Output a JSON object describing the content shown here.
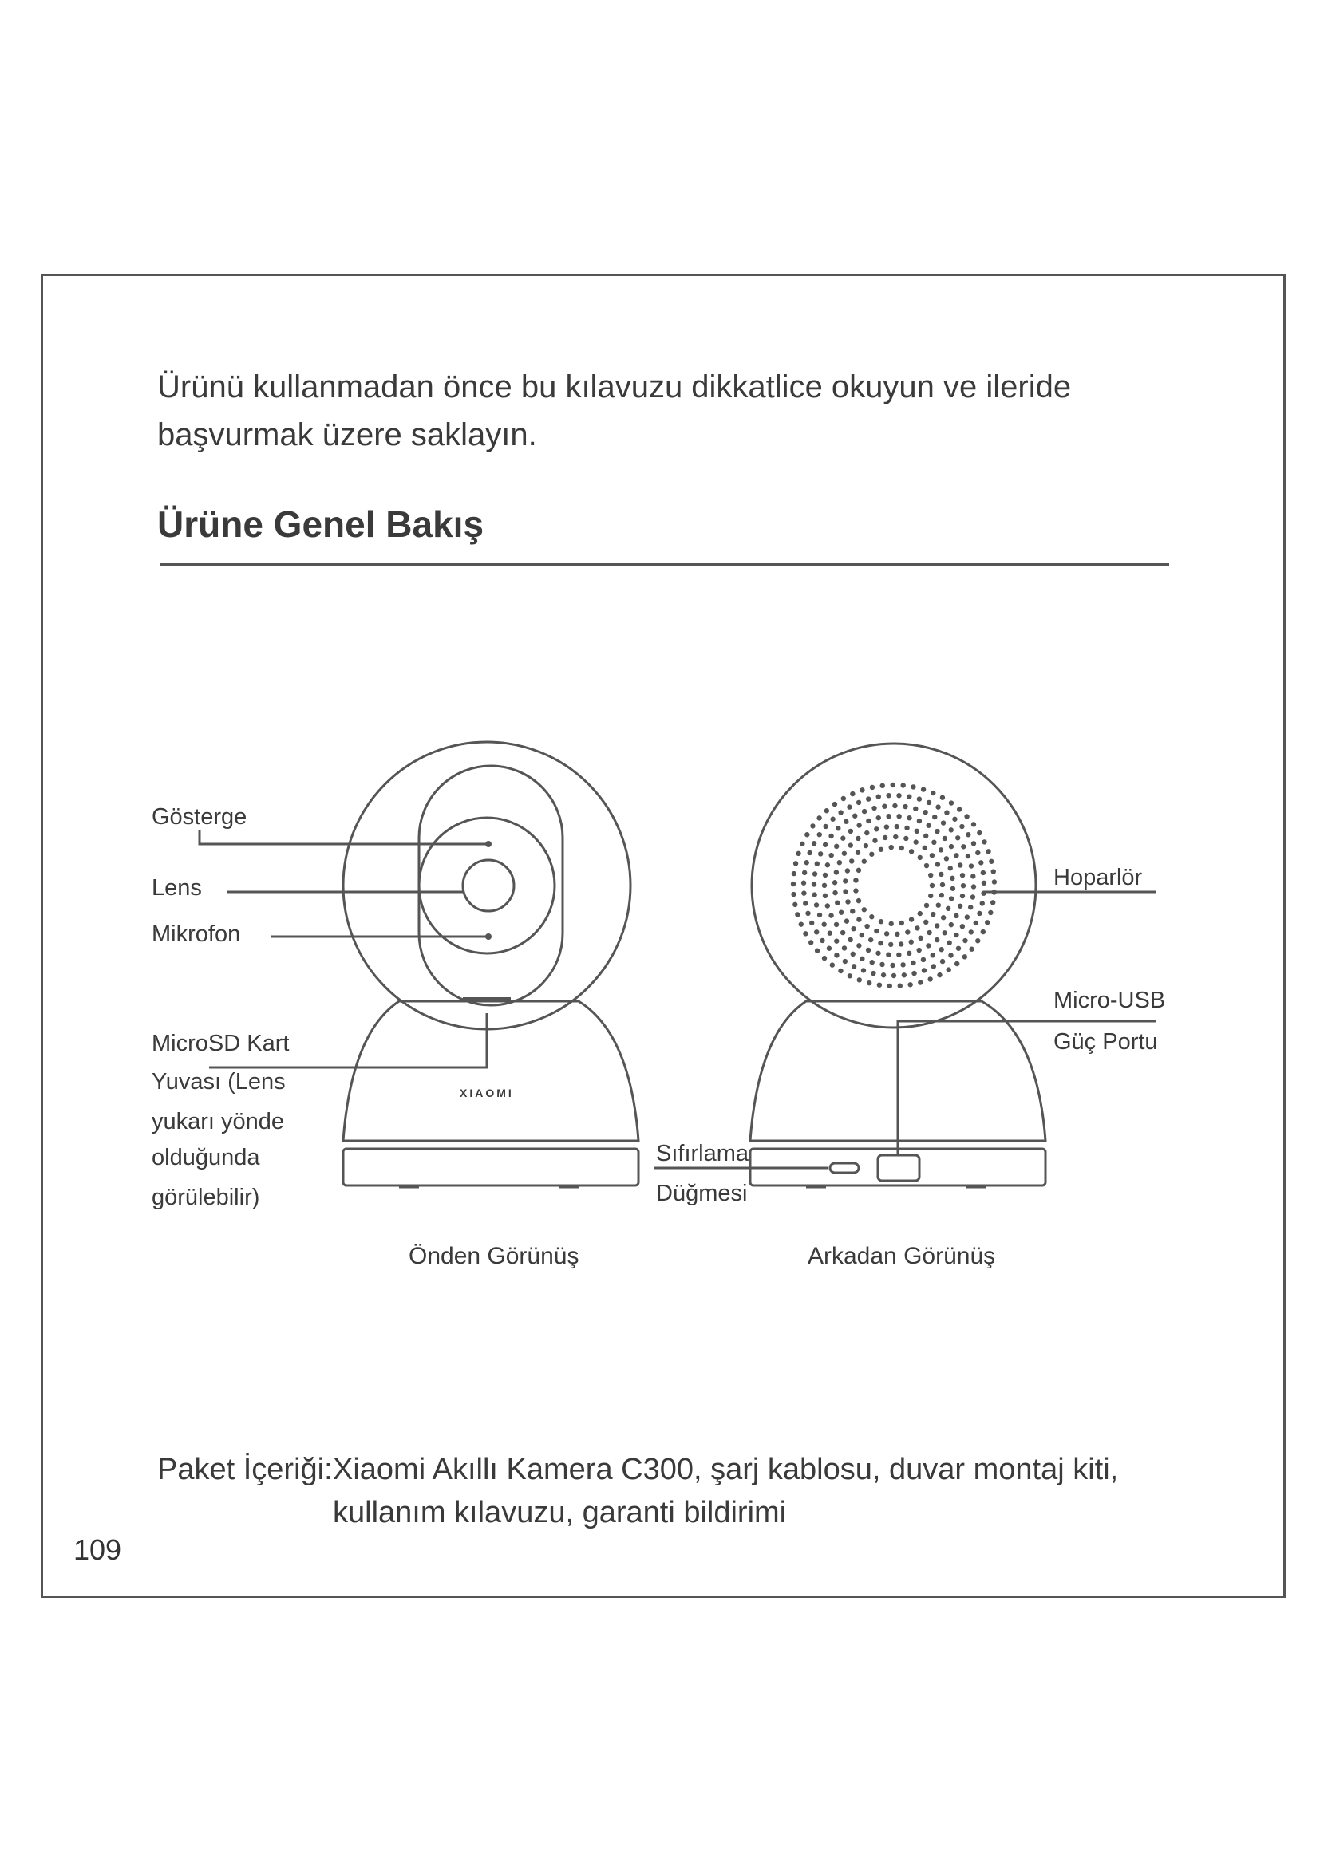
{
  "intro": "Ürünü kullanmadan önce bu kılavuzu dikkatlice okuyun ve ileride başvurmak üzere saklayın.",
  "section_title": "Ürüne Genel Bakış",
  "front_labels": {
    "indicator": "Gösterge",
    "lens": "Lens",
    "microphone": "Mikrofon",
    "microsd_line1": "MicroSD Kart",
    "microsd_line2": "Yuvası (Lens",
    "microsd_line3": "yukarı yönde",
    "microsd_line4": "olduğunda",
    "microsd_line5": "görülebilir)"
  },
  "rear_labels": {
    "speaker": "Hoparlör",
    "usb_line1": "Micro-USB",
    "usb_line2": "Güç Portu",
    "reset_line1": "Sıfırlama",
    "reset_line2": "Düğmesi"
  },
  "brand_mark": "XIAOMI",
  "captions": {
    "front": "Önden Görünüş",
    "rear": "Arkadan Görünüş"
  },
  "package": {
    "label": "Paket İçeriği:",
    "text": "Xiaomi Akıllı Kamera C300, şarj kablosu, duvar montaj kiti, kullanım kılavuzu, garanti bildirimi"
  },
  "page_number": "109",
  "colors": {
    "line": "#555555",
    "text": "#3a3a3a"
  },
  "icons": [
    "camera-front-illustration",
    "camera-rear-illustration",
    "speaker-grille-icon",
    "usb-port-icon",
    "reset-button-icon"
  ]
}
